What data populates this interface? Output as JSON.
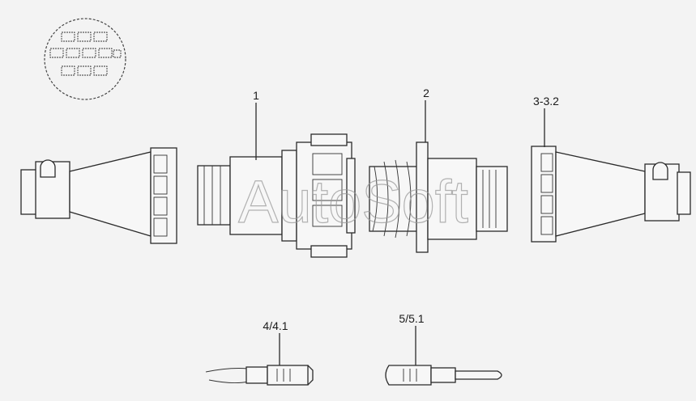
{
  "labels": {
    "housing": "1",
    "flange_part": "2",
    "cover": "3-3.2",
    "terminal_female": "4/4.1",
    "terminal_male": "5/5.1"
  },
  "watermark": "AutoSoft",
  "colors": {
    "background": "#f3f3f3",
    "line": "#2a2a2a",
    "watermark": "#9a9a9a"
  }
}
